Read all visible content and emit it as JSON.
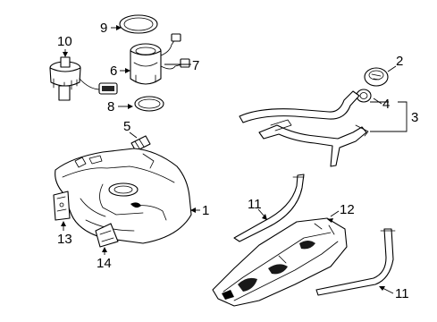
{
  "diagram": {
    "callouts": {
      "c1": "1",
      "c2": "2",
      "c3": "3",
      "c4": "4",
      "c5": "5",
      "c6": "6",
      "c7": "7",
      "c8": "8",
      "c9": "9",
      "c10": "10",
      "c11a": "11",
      "c11b": "11",
      "c12": "12",
      "c13": "13",
      "c14": "14"
    }
  }
}
